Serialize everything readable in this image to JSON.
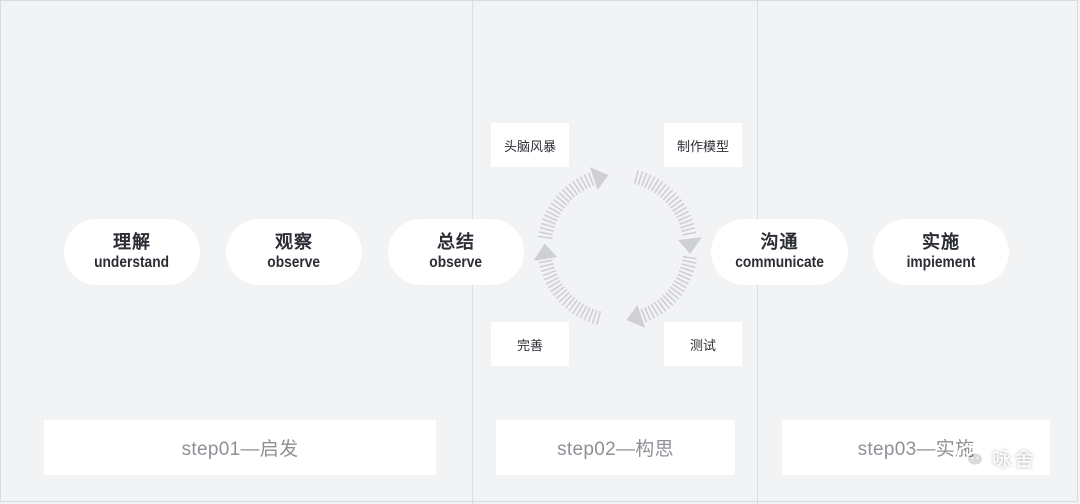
{
  "stages": [
    {
      "cn": "理解",
      "en": "understand"
    },
    {
      "cn": "观察",
      "en": "observe"
    },
    {
      "cn": "总结",
      "en": "observe"
    },
    {
      "cn": "沟通",
      "en": "communicate"
    },
    {
      "cn": "实施",
      "en": "impiement"
    }
  ],
  "cycle_tags": {
    "top_left": "头脑风暴",
    "top_right": "制作模型",
    "bottom_left": "完善",
    "bottom_right": "测试"
  },
  "steps": [
    "step01—启发",
    "step02—构思",
    "step03—实施"
  ],
  "watermark": "咏舍",
  "colors": {
    "background": "#f2f3f5",
    "card": "#ffffff",
    "text_dark": "#2c2e36",
    "text_gray": "#8f9197",
    "arrow": "#cfd0d3"
  }
}
